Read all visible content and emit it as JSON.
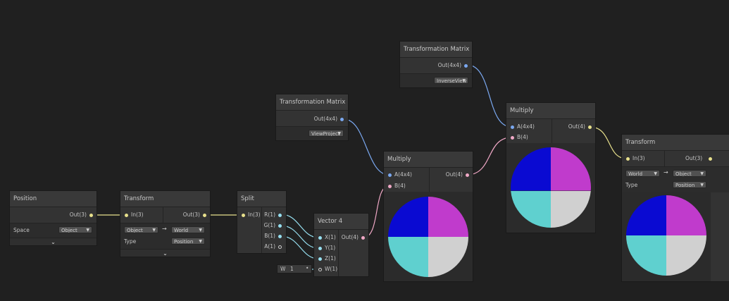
{
  "colors": {
    "background": "#202020",
    "node_body": "#333333",
    "node_header": "#393939",
    "port_vector3": "#e7e08c",
    "port_vector1": "#96dff0",
    "port_matrix": "#7aa8f0",
    "port_vector4": "#f0a8c6",
    "preview_blue": "#0a0ad2",
    "preview_magenta": "#c03bcc",
    "preview_cyan": "#5fd0cf",
    "preview_gray": "#d0d0d0"
  },
  "nodes": {
    "position": {
      "title": "Position",
      "output": "Out(3)",
      "space_label": "Space",
      "space_value": "Object"
    },
    "transform1": {
      "title": "Transform",
      "input": "In(3)",
      "output": "Out(3)",
      "from": "Object",
      "arrow": "→",
      "to": "World",
      "type_label": "Type",
      "type_value": "Position"
    },
    "split": {
      "title": "Split",
      "input": "In(3)",
      "outputs": [
        "R(1)",
        "G(1)",
        "B(1)",
        "A(1)"
      ]
    },
    "vector4": {
      "title": "Vector 4",
      "inputs": [
        "X(1)",
        "Y(1)",
        "Z(1)",
        "W(1)"
      ],
      "output": "Out(4)",
      "w_label": "W",
      "w_value": "1"
    },
    "matrix_viewproj": {
      "title": "Transformation Matrix",
      "output": "Out(4x4)",
      "value": "ViewProject"
    },
    "multiply1": {
      "title": "Multiply",
      "inputs": [
        "A(4x4)",
        "B(4)"
      ],
      "output": "Out(4)"
    },
    "matrix_inverseview": {
      "title": "Transformation Matrix",
      "output": "Out(4x4)",
      "value": "InverseView"
    },
    "multiply2": {
      "title": "Multiply",
      "inputs": [
        "A(4x4)",
        "B(4)"
      ],
      "output": "Out(4)"
    },
    "transform2": {
      "title": "Transform",
      "input": "In(3)",
      "output": "Out(3)",
      "from": "World",
      "arrow": "→",
      "to": "Object",
      "type_label": "Type",
      "type_value": "Position"
    }
  },
  "icons": [
    "chevron-down-icon",
    "dropdown-caret-icon",
    "arrow-right-icon"
  ]
}
